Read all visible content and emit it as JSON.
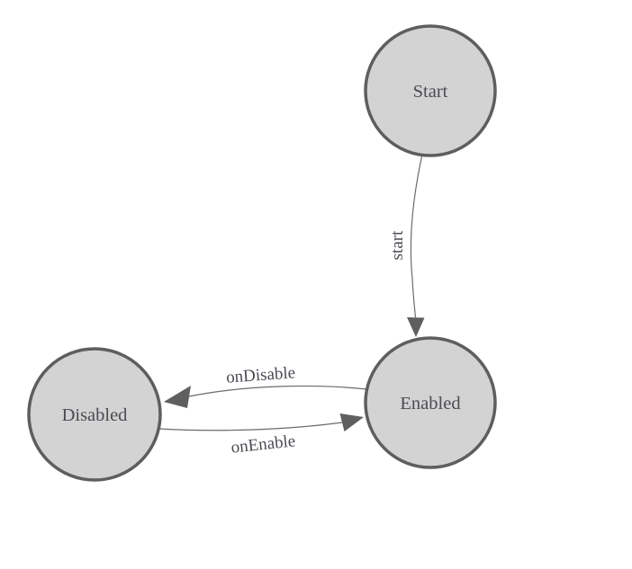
{
  "diagram": {
    "type": "state-machine-graph",
    "background": "#ffffff",
    "colors": {
      "node_fill": "#d3d3d3",
      "node_border": "#5e5e5e",
      "label_text": "#4a4c53",
      "edge_line": "#6b6b6b",
      "arrowhead": "#5f5f5f"
    },
    "nodes": [
      {
        "id": "start",
        "label": "Start"
      },
      {
        "id": "enabled",
        "label": "Enabled"
      },
      {
        "id": "disabled",
        "label": "Disabled"
      }
    ],
    "edges": [
      {
        "from": "start",
        "to": "enabled",
        "label": "start"
      },
      {
        "from": "enabled",
        "to": "disabled",
        "label": "onDisable"
      },
      {
        "from": "disabled",
        "to": "enabled",
        "label": "onEnable"
      }
    ]
  }
}
